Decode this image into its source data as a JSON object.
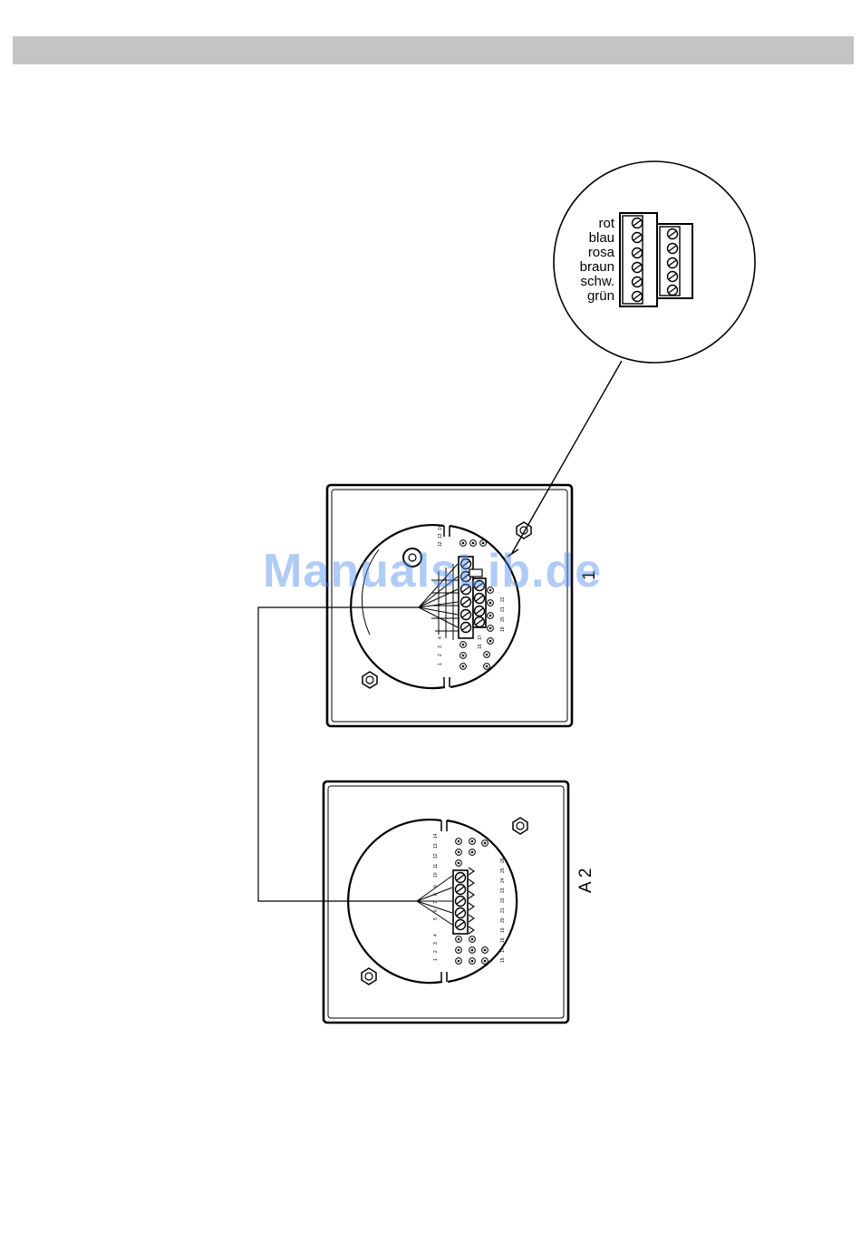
{
  "wire_colors": [
    "rot",
    "blau",
    "rosa",
    "braun",
    "schw.",
    "grün"
  ],
  "units": {
    "a1": "1",
    "a2": "A 2"
  },
  "watermark": "ManualsLib.de",
  "a2_terminals": {
    "top_row": [
      "1",
      "2",
      "3",
      "4",
      "5",
      "6",
      "7",
      "8",
      "9",
      "10",
      "11",
      "12",
      "13",
      "14"
    ],
    "bottom_row": [
      "15",
      "17",
      "18",
      "19",
      "20",
      "21",
      "22",
      "23",
      "24",
      "25",
      "26"
    ]
  },
  "a1_terminals": {
    "top_row": [
      "1",
      "2",
      "3",
      "4",
      "5",
      "6",
      "7",
      "12",
      "13",
      "14"
    ],
    "bottom_row": [
      "15",
      "17",
      "18",
      "20",
      "21",
      "22"
    ]
  }
}
